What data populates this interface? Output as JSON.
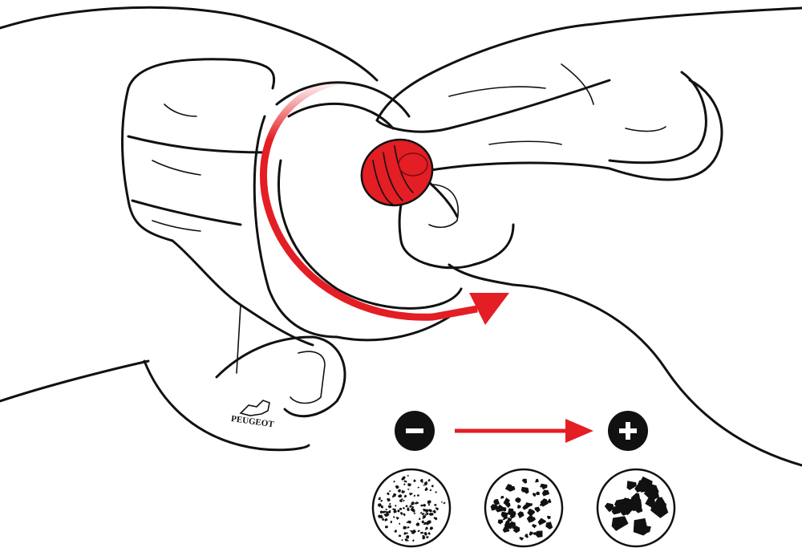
{
  "illustration": {
    "subject": "grind-adjustment",
    "logo_text": "PEUGEOT",
    "coarseness_scale": {
      "min_symbol": "−",
      "max_symbol": "+",
      "levels": [
        "fine",
        "medium",
        "coarse"
      ]
    }
  },
  "colors": {
    "accent": "#e31e24",
    "line": "#111111",
    "background": "#ffffff"
  }
}
